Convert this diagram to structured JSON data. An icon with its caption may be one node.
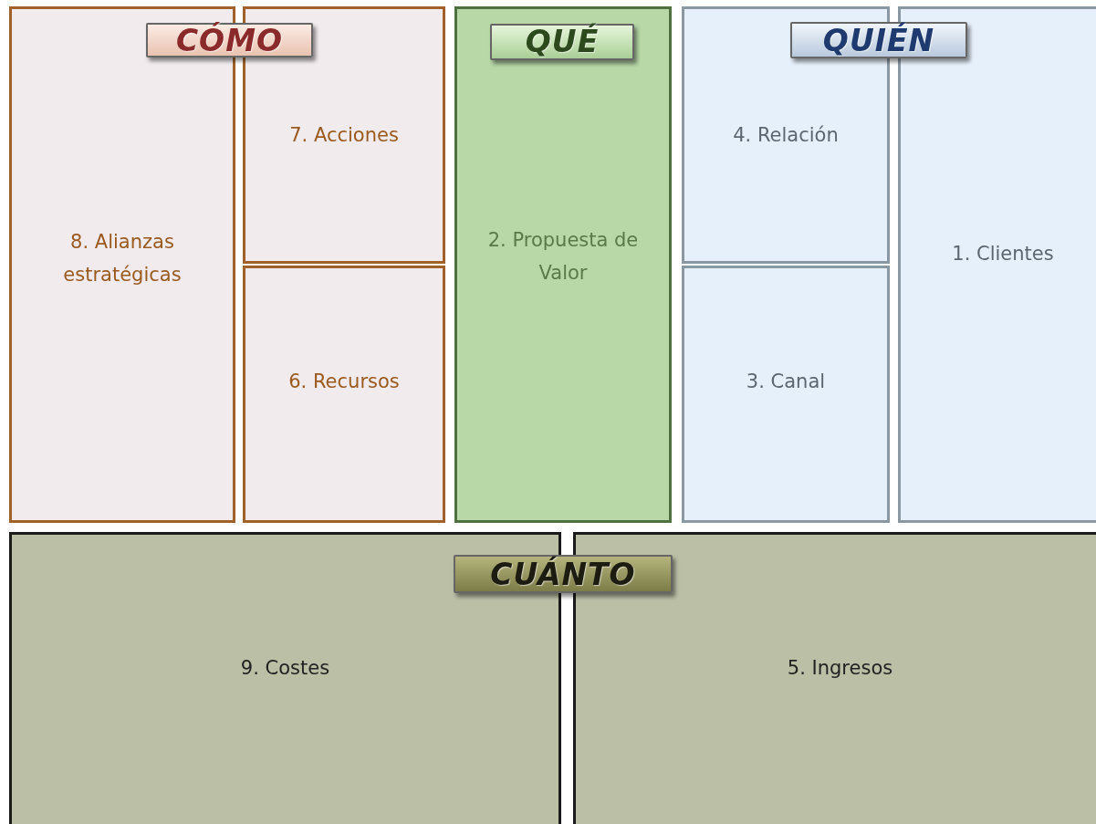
{
  "diagram": {
    "nodes": [
      {
        "text": [
          "CÓMO"
        ]
      },
      {
        "text": [
          "8. Alianzas estratégicas"
        ]
      },
      {
        "text": [
          "7. Acciones"
        ]
      },
      {
        "text": [
          "6. Recursos"
        ]
      },
      {
        "text": [
          "2. Propuesta de Valor"
        ]
      },
      {
        "text": [
          "QUÉ"
        ],
        "in": 4
      },
      {
        "text": [
          "QUIÉN"
        ]
      },
      {
        "text": [
          "4. Relación"
        ]
      },
      {
        "text": [
          "3. Canal"
        ]
      },
      {
        "text": [
          "1. Clientes"
        ]
      },
      {
        "text": [
          "CUÁNTO"
        ]
      },
      {
        "text": [
          "9. Costes"
        ]
      },
      {
        "text": [
          "5. Ingresos"
        ]
      }
    ]
  }
}
